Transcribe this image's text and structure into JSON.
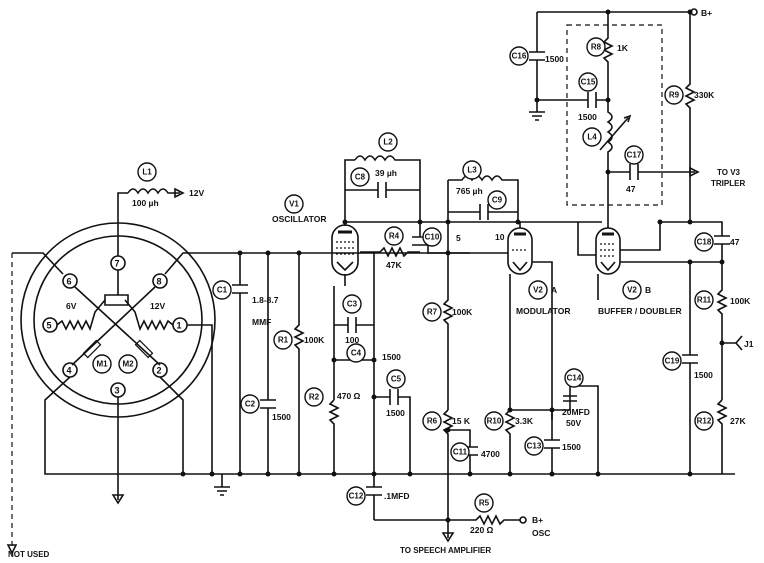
{
  "labels": {
    "bplus_top": "B+",
    "to_v3": "TO V3",
    "tripler": "TRIPLER",
    "v1_id": "V1",
    "v1_name": "OSCILLATOR",
    "v2a_id": "V2",
    "v2a_suffix": "A",
    "v2a_name": "MODULATOR",
    "v2b_id": "V2",
    "v2b_suffix": "B",
    "v2b_name": "BUFFER / DOUBLER",
    "not_used": "NOT USED",
    "to_speech": "TO SPEECH AMPLIFIER",
    "bplus_osc": "B+",
    "osc": "OSC",
    "jack": "J1",
    "l1_supply": "12V"
  },
  "crystal": {
    "pins": [
      "1",
      "2",
      "3",
      "4",
      "5",
      "6",
      "7",
      "8"
    ],
    "heater_left": "6V",
    "heater_right": "12V",
    "m1": "M1",
    "m2": "M2"
  },
  "components": {
    "L1": {
      "id": "L1",
      "value": "100 µh"
    },
    "L2": {
      "id": "L2",
      "value": "39 µh"
    },
    "L3": {
      "id": "L3",
      "value": "765 µh"
    },
    "L4": {
      "id": "L4"
    },
    "C1": {
      "id": "C1",
      "value": "1.8-8.7",
      "unit": "MMF"
    },
    "C2": {
      "id": "C2",
      "value": "1500"
    },
    "C3": {
      "id": "C3",
      "value": "100"
    },
    "C4": {
      "id": "C4",
      "value": "1500"
    },
    "C5": {
      "id": "C5",
      "value": "1500"
    },
    "C8": {
      "id": "C8"
    },
    "C9": {
      "id": "C9",
      "value": "10"
    },
    "C10": {
      "id": "C10",
      "value": "5"
    },
    "C11": {
      "id": "C11",
      "value": "4700"
    },
    "C12": {
      "id": "C12",
      "value": ".1MFD"
    },
    "C13": {
      "id": "C13",
      "value": "1500"
    },
    "C14": {
      "id": "C14",
      "value": "20MFD",
      "rating": "50V"
    },
    "C15": {
      "id": "C15",
      "value": "1500"
    },
    "C16": {
      "id": "C16",
      "value": "1500"
    },
    "C17": {
      "id": "C17",
      "value": "47"
    },
    "C18": {
      "id": "C18",
      "value": "47"
    },
    "C19": {
      "id": "C19",
      "value": "1500"
    },
    "R1": {
      "id": "R1",
      "value": "100K"
    },
    "R2": {
      "id": "R2",
      "value": "470 Ω"
    },
    "R4": {
      "id": "R4",
      "value": "47K"
    },
    "R5": {
      "id": "R5",
      "value": "220 Ω"
    },
    "R6": {
      "id": "R6",
      "value": "15 K"
    },
    "R7": {
      "id": "R7",
      "value": "100K"
    },
    "R8": {
      "id": "R8",
      "value": "1K"
    },
    "R9": {
      "id": "R9",
      "value": "330K"
    },
    "R10": {
      "id": "R10",
      "value": "3.3K"
    },
    "R11": {
      "id": "R11",
      "value": "100K"
    },
    "R12": {
      "id": "R12",
      "value": "27K"
    }
  }
}
